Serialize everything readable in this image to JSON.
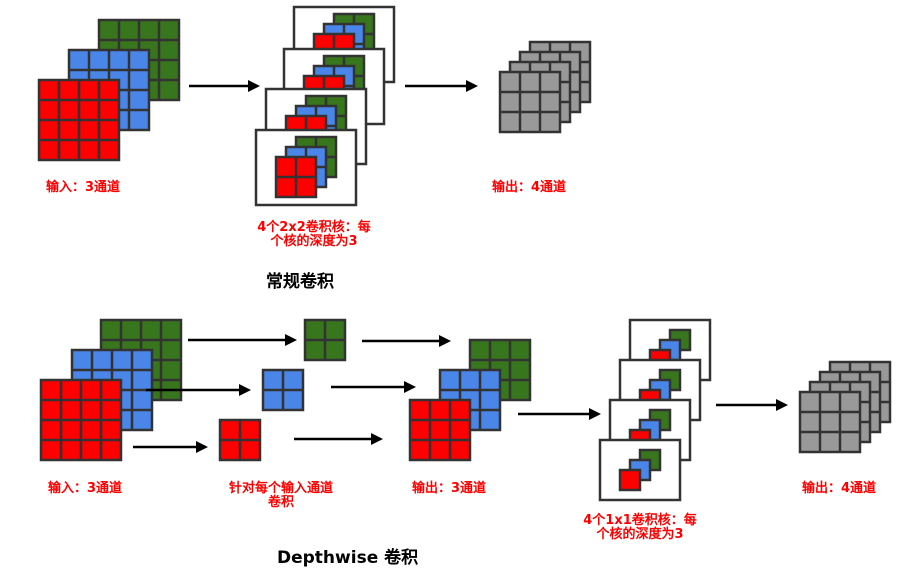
{
  "colors": {
    "red": "#ff0000",
    "blue": "#4a86e8",
    "green": "#38761d",
    "gray": "#999999",
    "grid_line": "#333333",
    "label": "#ff0000",
    "arrow": "#000000"
  },
  "standard": {
    "title": "常规卷积",
    "input_label": "输入：3通道",
    "kernel_label_line1": "4个2x2卷积核：每",
    "kernel_label_line2": "个核的深度为3",
    "output_label": "输出：4通道",
    "input_channels": 3,
    "input_grid_size": 4,
    "kernel_count": 4,
    "kernel_size": 2,
    "kernel_depth": 3,
    "output_channels": 4,
    "output_grid_size": 3
  },
  "depthwise": {
    "title": "Depthwise 卷积",
    "input_label": "输入：3通道",
    "per_channel_label_line1": "针对每个输入通道",
    "per_channel_label_line2": "卷积",
    "mid_output_label": "输出：3通道",
    "kernel_label_line1": "4个1x1卷积核：每",
    "kernel_label_line2": "个核的深度为3",
    "output_label": "输出：4通道",
    "input_channels": 3,
    "input_grid_size": 4,
    "depthwise_kernel_size": 2,
    "mid_output_grid_size": 3,
    "pointwise_kernel_count": 4,
    "pointwise_kernel_size": 1,
    "output_channels": 4,
    "output_grid_size": 3
  }
}
